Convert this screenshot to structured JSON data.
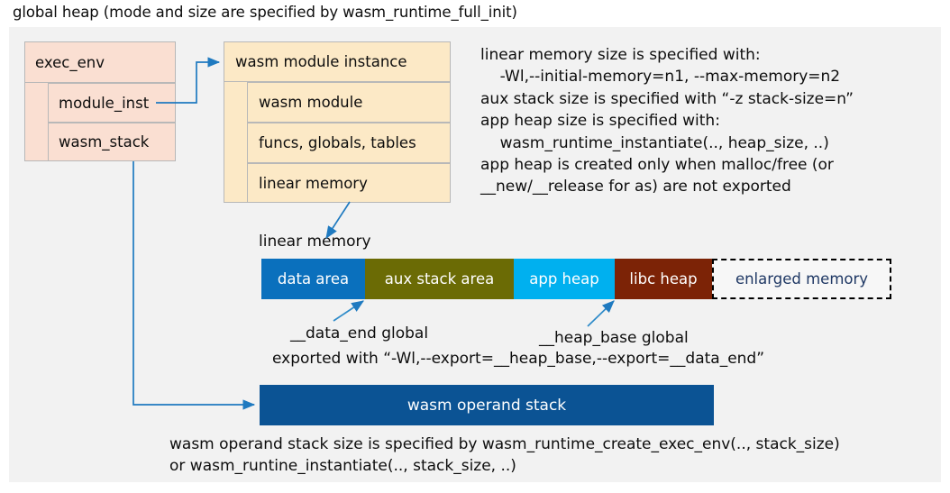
{
  "title": "global heap (mode and size are specified by wasm_runtime_full_init)",
  "colors": {
    "background": "#ffffff",
    "panel": "#f2f2f2",
    "pink": "#fadfd2",
    "tan": "#fce9c6",
    "arrow_blue": "#1f7ac0",
    "data_area": "#0a70bd",
    "aux_stack_area": "#6b6b05",
    "app_heap": "#00b0ef",
    "libc_heap": "#7c2306",
    "operand_stack": "#0b5394",
    "enlarged_text": "#1f3864",
    "box_border": "#b8b8b8"
  },
  "exec_env": {
    "header": "exec_env",
    "fields": [
      {
        "label": "module_inst"
      },
      {
        "label": "wasm_stack"
      }
    ]
  },
  "module_instance": {
    "header": "wasm module instance",
    "fields": [
      {
        "label": "wasm module"
      },
      {
        "label": "funcs, globals, tables"
      },
      {
        "label": "linear memory"
      }
    ]
  },
  "description": "linear memory size is specified with:\n    -Wl,--initial-memory=n1, --max-memory=n2\naux stack size is specified with “-z stack-size=n”\napp heap size is specified with:\n    wasm_runtime_instantiate(.., heap_size, ..)\napp heap is created only when malloc/free (or\n__new/__release for as) are not exported",
  "linear_memory": {
    "label": "linear memory",
    "segments": [
      {
        "label": "data area",
        "color": "#0a70bd",
        "width": 115,
        "style": "solid"
      },
      {
        "label": "aux stack area",
        "color": "#6b6b05",
        "width": 165,
        "style": "solid"
      },
      {
        "label": "app heap",
        "color": "#00b0ef",
        "width": 112,
        "style": "solid"
      },
      {
        "label": "libc heap",
        "color": "#7c2306",
        "width": 108,
        "style": "solid"
      },
      {
        "label": "enlarged memory",
        "color": "#f7f7f7",
        "width": 199,
        "style": "dashed"
      }
    ]
  },
  "annotations": {
    "data_end": "__data_end global",
    "heap_base": "__heap_base global",
    "export_note": "exported with “-Wl,--export=__heap_base,--export=__data_end”"
  },
  "operand_stack": {
    "label": "wasm operand stack",
    "note": "wasm operand stack size is specified by wasm_runtime_create_exec_env(.., stack_size)\nor wasm_runtine_instantiate(.., stack_size, ..)"
  }
}
